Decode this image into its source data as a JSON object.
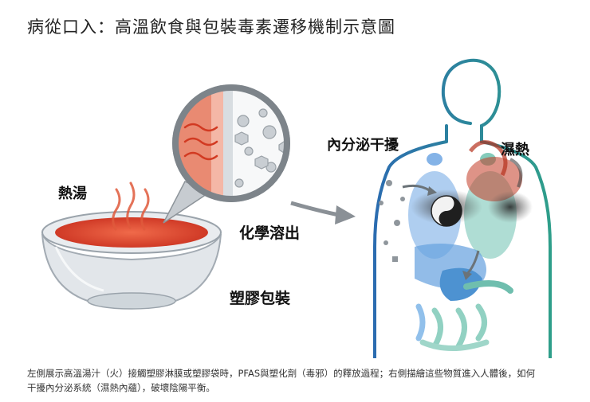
{
  "title": "病從口入：高溫飲食與包裝毒素遷移機制示意圖",
  "labels": {
    "hot_soup": "熱湯",
    "chemical_leaching": "化學溶出",
    "plastic_packaging": "塑膠包裝",
    "endocrine_disruption": "內分泌干擾",
    "damp_heat": "濕熱"
  },
  "caption": {
    "line1": "左側展示高溫湯汁（火）接觸塑膠淋膜或塑膠袋時，PFAS與塑化劑（毒邪）的釋放過程；右側描繪這些物質進入人體後，如何",
    "line2": "干擾內分泌系統（濕熱內蘊），破壞陰陽平衡。"
  },
  "colors": {
    "soup": "#d9402b",
    "body_outline_left": "#2b6cb0",
    "body_outline_right": "#2e9e8a",
    "organs_blue": "#4a90d9",
    "organs_teal": "#56b3a0"
  }
}
